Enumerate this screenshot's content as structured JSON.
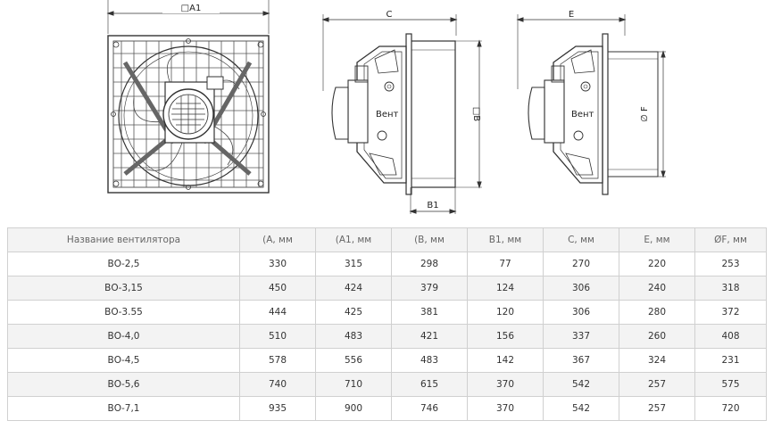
{
  "drawing": {
    "labels": {
      "a1": "□A1",
      "c": "C",
      "e": "E",
      "b": "□B",
      "b1": "B1",
      "f": "∅ F",
      "brand": "Вент"
    }
  },
  "table": {
    "headers": [
      "Название вентилятора",
      "(А, мм",
      "(А1, мм",
      "(В, мм",
      "В1, мм",
      "С, мм",
      "Е, мм",
      "ØF, мм"
    ],
    "rows": [
      [
        "ВО-2,5",
        "330",
        "315",
        "298",
        "77",
        "270",
        "220",
        "253"
      ],
      [
        "ВО-3,15",
        "450",
        "424",
        "379",
        "124",
        "306",
        "240",
        "318"
      ],
      [
        "ВО-3.55",
        "444",
        "425",
        "381",
        "120",
        "306",
        "280",
        "372"
      ],
      [
        "ВО-4,0",
        "510",
        "483",
        "421",
        "156",
        "337",
        "260",
        "408"
      ],
      [
        "ВО-4,5",
        "578",
        "556",
        "483",
        "142",
        "367",
        "324",
        "231"
      ],
      [
        "ВО-5,6",
        "740",
        "710",
        "615",
        "370",
        "542",
        "257",
        "575"
      ],
      [
        "ВО-7,1",
        "935",
        "900",
        "746",
        "370",
        "542",
        "257",
        "720"
      ]
    ]
  }
}
